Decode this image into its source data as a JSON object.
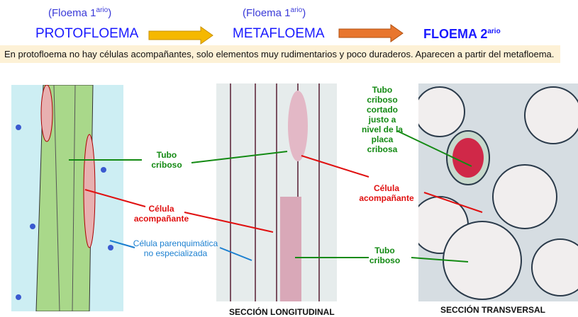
{
  "header": {
    "stage1_note": "(Floema 1",
    "stage1_sup": "ario",
    "stage1": "PROTOFLOEMA",
    "stage2_note": "(Floema 1",
    "stage2_sup": "ario",
    "stage2": "METAFLOEMA",
    "stage3": "FLOEMA 2",
    "stage3_sup": "ario",
    "close_paren": ")"
  },
  "banner": "En protofloema no hay células acompañantes, solo elementos muy rudimentarios y poco duraderos. Aparecen a partir del metafloema.",
  "labels": {
    "tubo_criboso_1": "Tubo criboso",
    "celula_acompanante_1": "Célula acompañante",
    "celula_parenquimatica": "Célula parenquimática no especializada",
    "tubo_cortado": "Tubo criboso cortado justo a nivel de la placa cribosa",
    "celula_acompanante_2": "Célula acompañante",
    "tubo_criboso_2": "Tubo criboso"
  },
  "captions": {
    "longitudinal": "SECCIÓN LONGITUDINAL",
    "transversal": "SECCIÓN TRANSVERSAL"
  },
  "colors": {
    "yellow_arrow": "#f5b800",
    "orange_arrow": "#e8762e",
    "green": "#138a13",
    "red": "#e01010",
    "blue": "#1a7fd0"
  }
}
